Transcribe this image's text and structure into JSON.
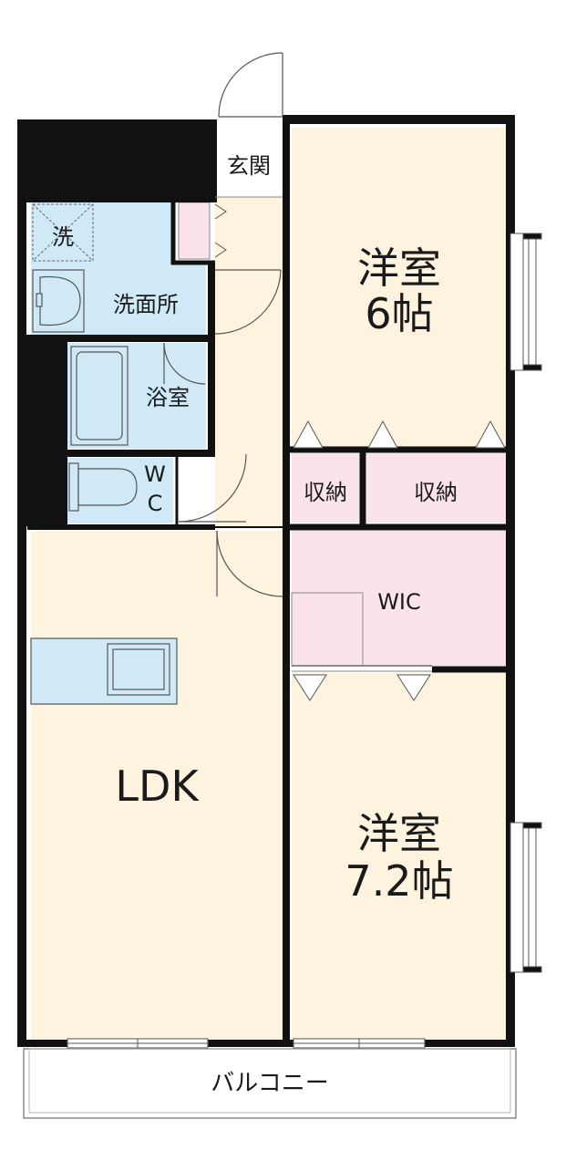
{
  "rooms": {
    "entrance": "玄関",
    "washer": "洗",
    "washroom": "洗面所",
    "bath": "浴室",
    "wc_top": "W",
    "wc_bottom": "C",
    "western1_name": "洋室",
    "western1_size": "6帖",
    "storage1": "収納",
    "storage2": "収納",
    "wic": "WIC",
    "ldk": "LDK",
    "western2_name": "洋室",
    "western2_size": "7.2帖",
    "balcony": "バルコニー"
  },
  "colors": {
    "wall": "#111111",
    "room_beige": "#fdf3df",
    "wet_area_blue": "#cfe9f7",
    "storage_pink": "#fbe3ec",
    "outline_gray": "#8a8a8a"
  }
}
